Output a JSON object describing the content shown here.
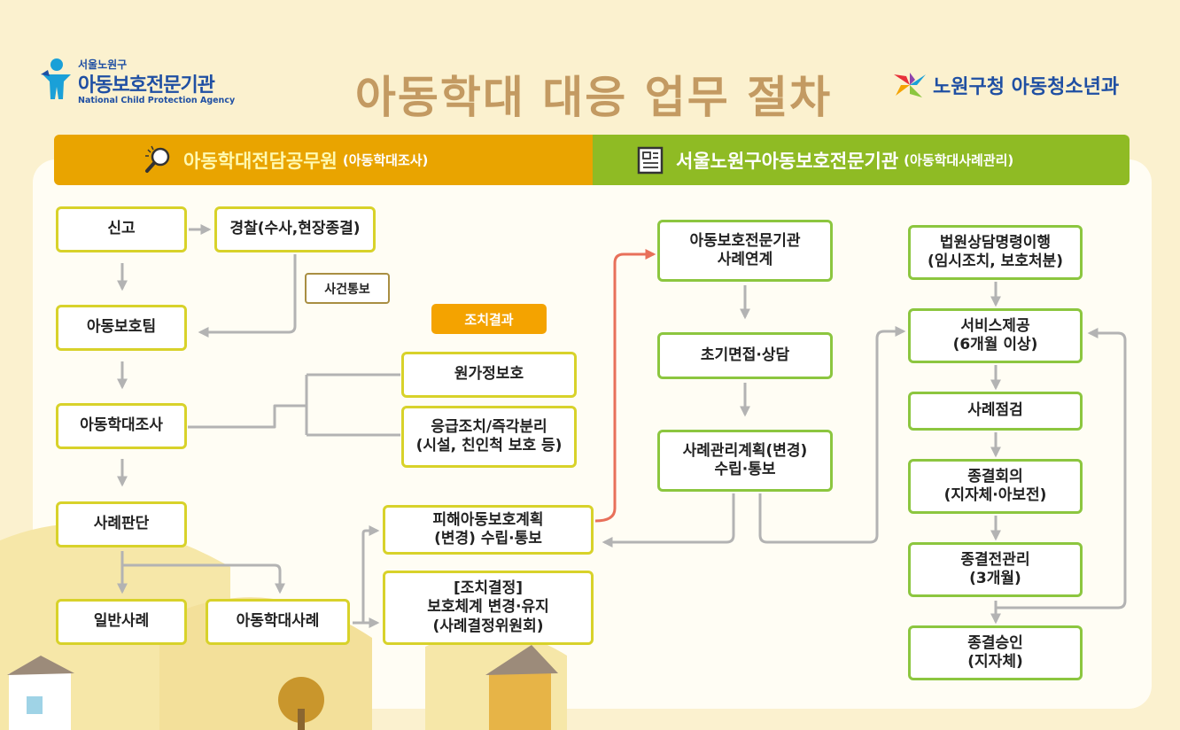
{
  "header": {
    "logo_left": {
      "small": "서울노원구",
      "big": "아동보호전문기관",
      "eng": "National Child Protection Agency"
    },
    "title": "아동학대 대응 업무 절차",
    "logo_right": "노원구청 아동청소년과"
  },
  "columns": {
    "left": {
      "main": "아동학대전담공무원",
      "sub": "(아동학대조사)"
    },
    "right": {
      "main": "서울노원구아동보호전문기관",
      "sub": "(아동학대사례관리)"
    }
  },
  "nodes": {
    "report": "신고",
    "police": "경찰(수사,현장종결)",
    "incident_notice": "사건통보",
    "protection_team": "아동보호팀",
    "action_result": "조치결과",
    "home_protection": "원가정보호",
    "emergency": "응급조치/즉각분리\n(시설, 친인척 보호 등)",
    "investigation": "아동학대조사",
    "case_judgment": "사례판단",
    "victim_plan": "피해아동보호계획\n(변경) 수립·통보",
    "action_decision": "[조치결정]\n보호체계 변경·유지\n(사례결정위원회)",
    "general_case": "일반사례",
    "abuse_case": "아동학대사례",
    "agency_link": "아동보호전문기관\n사례연계",
    "initial_interview": "초기면접·상담",
    "case_plan": "사례관리계획(변경)\n수립·통보",
    "court_order": "법원상담명령이행\n(임시조치, 보호처분)",
    "service": "서비스제공\n(6개월 이상)",
    "case_check": "사례점검",
    "closing_meeting": "종결회의\n(지자체·아보전)",
    "pre_closing": "종결전관리\n(3개월)",
    "closing_approval": "종결승인\n(지자체)"
  },
  "colors": {
    "left_header": "#e9a400",
    "right_header": "#8fbb24",
    "yellow_border": "#d8d22a",
    "green_border": "#8cc63f",
    "arrow": "#b3b3b3",
    "highlight_arrow": "#e8705a",
    "title": "#c39a62"
  },
  "icons": [
    "magnifier-icon",
    "newspaper-icon",
    "child-figure-icon",
    "pinwheel-icon"
  ]
}
